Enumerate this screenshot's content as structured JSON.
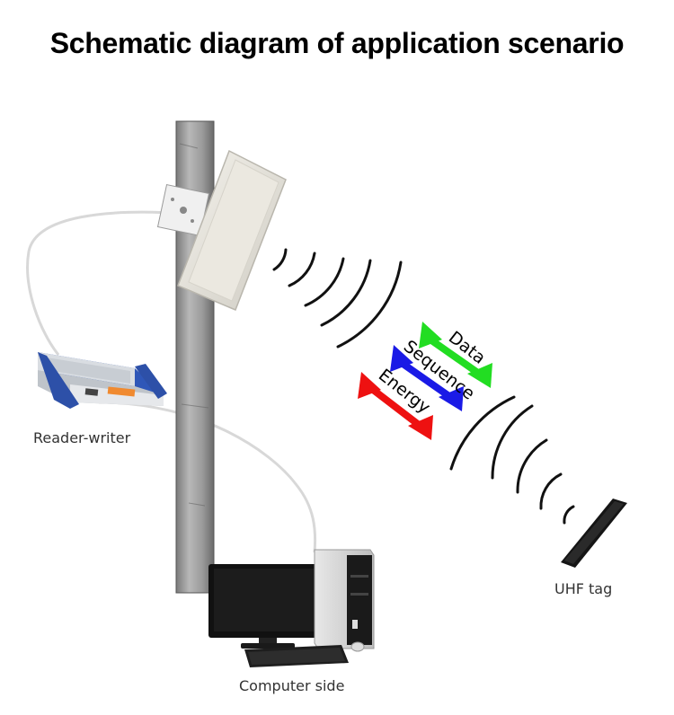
{
  "title": "Schematic diagram of application scenario",
  "labels": {
    "reader": "Reader-writer",
    "computer": "Computer side",
    "tag": "UHF tag"
  },
  "arrows": {
    "data": "Data",
    "sequence": "Sequence",
    "energy": "Energy"
  },
  "colors": {
    "data": "#22dd22",
    "sequence": "#1a1ae6",
    "energy": "#ee1111"
  }
}
